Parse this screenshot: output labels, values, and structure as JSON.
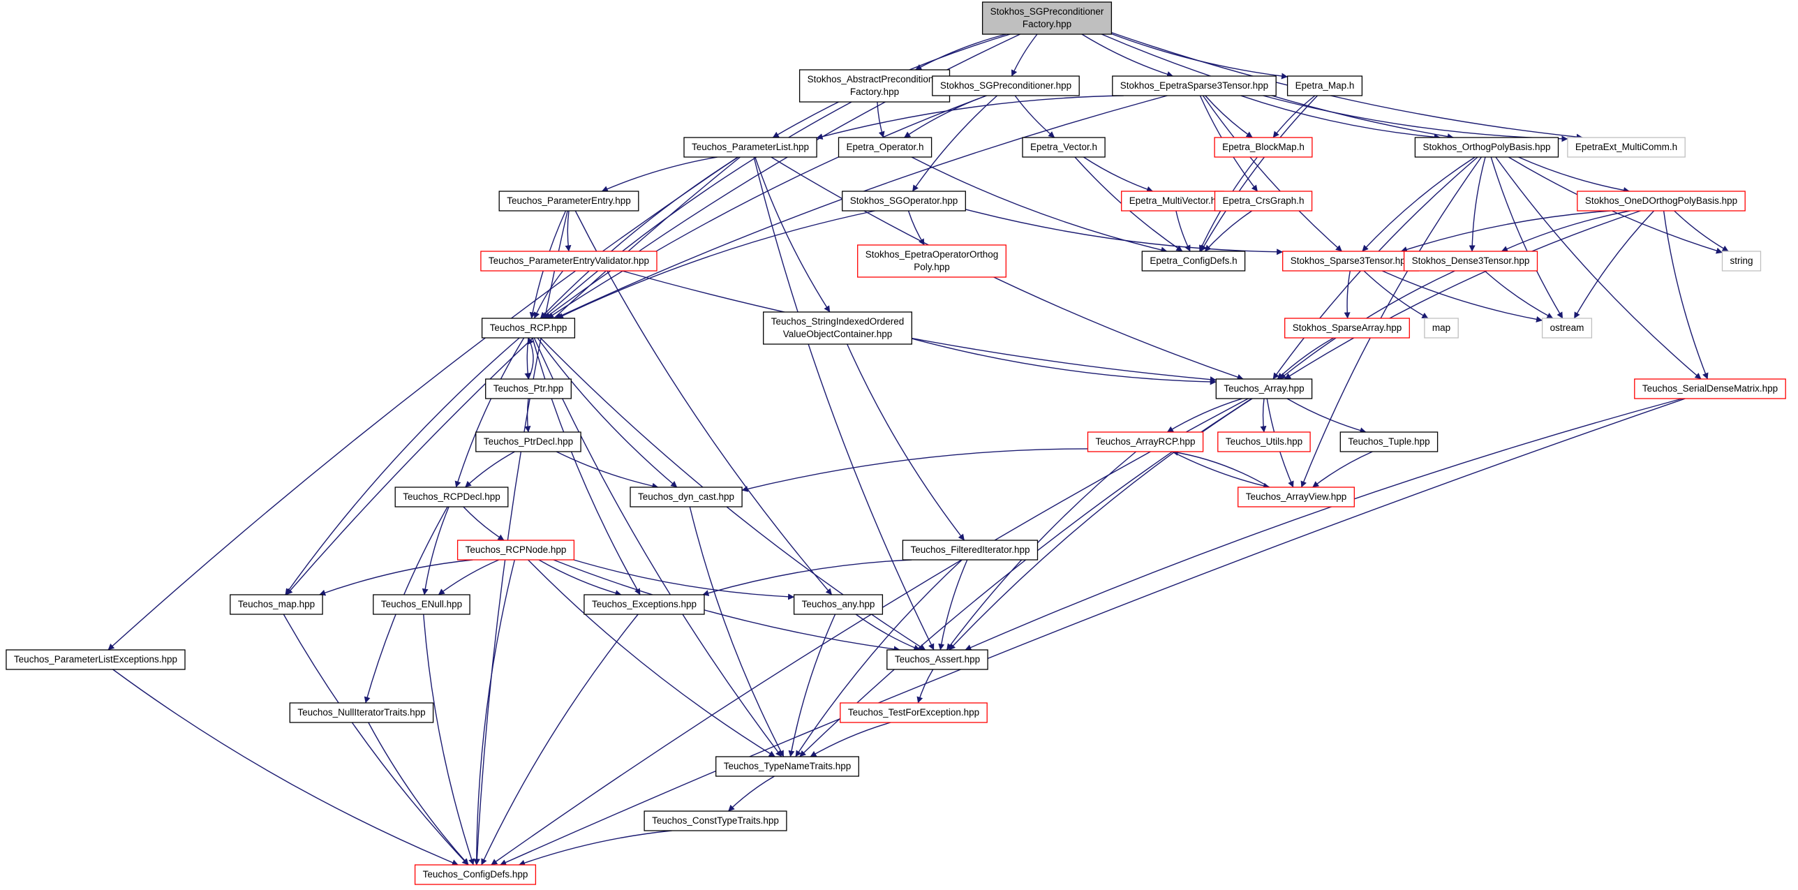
{
  "colors": {
    "edge": "#191970",
    "border_default": "#000000",
    "border_red": "#ff0000",
    "border_gray": "#bfbfbf",
    "root_fill": "#bfbfbf",
    "fill": "#ffffff"
  },
  "nodes": [
    {
      "id": "root",
      "lines": [
        "Stokhos_SGPreconditioner",
        "Factory.hpp"
      ],
      "style": "root"
    },
    {
      "id": "apf",
      "lines": [
        "Stokhos_AbstractPreconditioner",
        "Factory.hpp"
      ],
      "style": "black"
    },
    {
      "id": "sgp",
      "lines": [
        "Stokhos_SGPreconditioner.hpp"
      ],
      "style": "black"
    },
    {
      "id": "es3t",
      "lines": [
        "Stokhos_EpetraSparse3Tensor.hpp"
      ],
      "style": "black"
    },
    {
      "id": "emap",
      "lines": [
        "Epetra_Map.h"
      ],
      "style": "black"
    },
    {
      "id": "plist",
      "lines": [
        "Teuchos_ParameterList.hpp"
      ],
      "style": "black"
    },
    {
      "id": "eop",
      "lines": [
        "Epetra_Operator.h"
      ],
      "style": "black"
    },
    {
      "id": "evec",
      "lines": [
        "Epetra_Vector.h"
      ],
      "style": "black"
    },
    {
      "id": "ebm",
      "lines": [
        "Epetra_BlockMap.h"
      ],
      "style": "red"
    },
    {
      "id": "opb",
      "lines": [
        "Stokhos_OrthogPolyBasis.hpp"
      ],
      "style": "black"
    },
    {
      "id": "emc",
      "lines": [
        "EpetraExt_MultiComm.h"
      ],
      "style": "gray"
    },
    {
      "id": "pentry",
      "lines": [
        "Teuchos_ParameterEntry.hpp"
      ],
      "style": "black"
    },
    {
      "id": "sgop",
      "lines": [
        "Stokhos_SGOperator.hpp"
      ],
      "style": "black"
    },
    {
      "id": "emv",
      "lines": [
        "Epetra_MultiVector.h"
      ],
      "style": "red"
    },
    {
      "id": "ecg",
      "lines": [
        "Epetra_CrsGraph.h"
      ],
      "style": "red"
    },
    {
      "id": "odopb",
      "lines": [
        "Stokhos_OneDOrthogPolyBasis.hpp"
      ],
      "style": "red"
    },
    {
      "id": "pev",
      "lines": [
        "Teuchos_ParameterEntryValidator.hpp"
      ],
      "style": "red"
    },
    {
      "id": "eoop",
      "lines": [
        "Stokhos_EpetraOperatorOrthog",
        "Poly.hpp"
      ],
      "style": "red"
    },
    {
      "id": "ecd",
      "lines": [
        "Epetra_ConfigDefs.h"
      ],
      "style": "black"
    },
    {
      "id": "s3t",
      "lines": [
        "Stokhos_Sparse3Tensor.hpp"
      ],
      "style": "red"
    },
    {
      "id": "d3t",
      "lines": [
        "Stokhos_Dense3Tensor.hpp"
      ],
      "style": "red"
    },
    {
      "id": "str",
      "lines": [
        "string"
      ],
      "style": "gray"
    },
    {
      "id": "rcp",
      "lines": [
        "Teuchos_RCP.hpp"
      ],
      "style": "black"
    },
    {
      "id": "sio",
      "lines": [
        "Teuchos_StringIndexedOrdered",
        "ValueObjectContainer.hpp"
      ],
      "style": "black"
    },
    {
      "id": "spa",
      "lines": [
        "Stokhos_SparseArray.hpp"
      ],
      "style": "red"
    },
    {
      "id": "map",
      "lines": [
        "map"
      ],
      "style": "gray"
    },
    {
      "id": "ostream",
      "lines": [
        "ostream"
      ],
      "style": "gray"
    },
    {
      "id": "ptr",
      "lines": [
        "Teuchos_Ptr.hpp"
      ],
      "style": "black"
    },
    {
      "id": "arr",
      "lines": [
        "Teuchos_Array.hpp"
      ],
      "style": "black"
    },
    {
      "id": "sdm",
      "lines": [
        "Teuchos_SerialDenseMatrix.hpp"
      ],
      "style": "red"
    },
    {
      "id": "ptrd",
      "lines": [
        "Teuchos_PtrDecl.hpp"
      ],
      "style": "black"
    },
    {
      "id": "arcp",
      "lines": [
        "Teuchos_ArrayRCP.hpp"
      ],
      "style": "red"
    },
    {
      "id": "utils",
      "lines": [
        "Teuchos_Utils.hpp"
      ],
      "style": "red"
    },
    {
      "id": "tuple",
      "lines": [
        "Teuchos_Tuple.hpp"
      ],
      "style": "black"
    },
    {
      "id": "rcpd",
      "lines": [
        "Teuchos_RCPDecl.hpp"
      ],
      "style": "black"
    },
    {
      "id": "dync",
      "lines": [
        "Teuchos_dyn_cast.hpp"
      ],
      "style": "black"
    },
    {
      "id": "av",
      "lines": [
        "Teuchos_ArrayView.hpp"
      ],
      "style": "red"
    },
    {
      "id": "rcpn",
      "lines": [
        "Teuchos_RCPNode.hpp"
      ],
      "style": "red"
    },
    {
      "id": "fi",
      "lines": [
        "Teuchos_FilteredIterator.hpp"
      ],
      "style": "black"
    },
    {
      "id": "tmap",
      "lines": [
        "Teuchos_map.hpp"
      ],
      "style": "black"
    },
    {
      "id": "enull",
      "lines": [
        "Teuchos_ENull.hpp"
      ],
      "style": "black"
    },
    {
      "id": "exc",
      "lines": [
        "Teuchos_Exceptions.hpp"
      ],
      "style": "black"
    },
    {
      "id": "any",
      "lines": [
        "Teuchos_any.hpp"
      ],
      "style": "black"
    },
    {
      "id": "ple",
      "lines": [
        "Teuchos_ParameterListExceptions.hpp"
      ],
      "style": "black"
    },
    {
      "id": "asrt",
      "lines": [
        "Teuchos_Assert.hpp"
      ],
      "style": "black"
    },
    {
      "id": "nit",
      "lines": [
        "Teuchos_NullIteratorTraits.hpp"
      ],
      "style": "black"
    },
    {
      "id": "tfe",
      "lines": [
        "Teuchos_TestForException.hpp"
      ],
      "style": "red"
    },
    {
      "id": "tnt",
      "lines": [
        "Teuchos_TypeNameTraits.hpp"
      ],
      "style": "black"
    },
    {
      "id": "ctt",
      "lines": [
        "Teuchos_ConstTypeTraits.hpp"
      ],
      "style": "black"
    },
    {
      "id": "tcd",
      "lines": [
        "Teuchos_ConfigDefs.hpp"
      ],
      "style": "red"
    }
  ],
  "edges": [
    [
      "root",
      "apf"
    ],
    [
      "root",
      "sgp"
    ],
    [
      "root",
      "es3t"
    ],
    [
      "root",
      "emap"
    ],
    [
      "root",
      "plist"
    ],
    [
      "root",
      "rcp"
    ],
    [
      "root",
      "opb"
    ],
    [
      "root",
      "emc"
    ],
    [
      "apf",
      "rcp"
    ],
    [
      "apf",
      "eop"
    ],
    [
      "sgp",
      "rcp"
    ],
    [
      "sgp",
      "eop"
    ],
    [
      "sgp",
      "evec"
    ],
    [
      "sgp",
      "sgop"
    ],
    [
      "es3t",
      "plist"
    ],
    [
      "es3t",
      "ebm"
    ],
    [
      "es3t",
      "ecg"
    ],
    [
      "es3t",
      "opb"
    ],
    [
      "es3t",
      "s3t"
    ],
    [
      "es3t",
      "rcp"
    ],
    [
      "es3t",
      "emc"
    ],
    [
      "emap",
      "ebm"
    ],
    [
      "emap",
      "ecd"
    ],
    [
      "plist",
      "pentry"
    ],
    [
      "plist",
      "rcp"
    ],
    [
      "plist",
      "tmap"
    ],
    [
      "plist",
      "ple"
    ],
    [
      "plist",
      "sio"
    ],
    [
      "plist",
      "arr"
    ],
    [
      "plist",
      "asrt"
    ],
    [
      "eop",
      "ecd"
    ],
    [
      "evec",
      "emv"
    ],
    [
      "evec",
      "ecd"
    ],
    [
      "ebm",
      "ecd"
    ],
    [
      "ecg",
      "ecd"
    ],
    [
      "emv",
      "ecd"
    ],
    [
      "sgop",
      "eoop"
    ],
    [
      "sgop",
      "rcp"
    ],
    [
      "sgop",
      "s3t"
    ],
    [
      "opb",
      "s3t"
    ],
    [
      "opb",
      "d3t"
    ],
    [
      "opb",
      "odopb"
    ],
    [
      "opb",
      "arr"
    ],
    [
      "opb",
      "sdm"
    ],
    [
      "opb",
      "str"
    ],
    [
      "opb",
      "ostream"
    ],
    [
      "opb",
      "av"
    ],
    [
      "odopb",
      "s3t"
    ],
    [
      "odopb",
      "d3t"
    ],
    [
      "odopb",
      "arr"
    ],
    [
      "odopb",
      "str"
    ],
    [
      "odopb",
      "sdm"
    ],
    [
      "odopb",
      "ostream"
    ],
    [
      "pentry",
      "pev"
    ],
    [
      "pentry",
      "rcp"
    ],
    [
      "pentry",
      "any"
    ],
    [
      "pentry",
      "tcd"
    ],
    [
      "pev",
      "rcp"
    ],
    [
      "pev",
      "arr"
    ],
    [
      "s3t",
      "spa"
    ],
    [
      "s3t",
      "map"
    ],
    [
      "s3t",
      "ostream"
    ],
    [
      "spa",
      "arr"
    ],
    [
      "d3t",
      "arr"
    ],
    [
      "d3t",
      "ostream"
    ],
    [
      "sio",
      "arr"
    ],
    [
      "sio",
      "fi"
    ],
    [
      "rcp",
      "ptr"
    ],
    [
      "rcp",
      "rcpd"
    ],
    [
      "rcp",
      "dync"
    ],
    [
      "rcp",
      "exc"
    ],
    [
      "rcp",
      "tmap"
    ],
    [
      "rcp",
      "tnt"
    ],
    [
      "rcp",
      "asrt"
    ],
    [
      "ptr",
      "rcp"
    ],
    [
      "ptr",
      "ptrd"
    ],
    [
      "ptrd",
      "rcpd"
    ],
    [
      "ptrd",
      "dync"
    ],
    [
      "rcpd",
      "rcpn"
    ],
    [
      "rcpd",
      "enull"
    ],
    [
      "rcpd",
      "nit"
    ],
    [
      "rcpn",
      "tmap"
    ],
    [
      "rcpn",
      "enull"
    ],
    [
      "rcpn",
      "exc"
    ],
    [
      "rcpn",
      "any"
    ],
    [
      "rcpn",
      "asrt"
    ],
    [
      "rcpn",
      "tnt"
    ],
    [
      "rcpn",
      "tcd"
    ],
    [
      "arr",
      "arcp"
    ],
    [
      "arr",
      "utils"
    ],
    [
      "arr",
      "tuple"
    ],
    [
      "arr",
      "av"
    ],
    [
      "arr",
      "asrt"
    ],
    [
      "arr",
      "tnt"
    ],
    [
      "arr",
      "tcd"
    ],
    [
      "arcp",
      "av"
    ],
    [
      "arcp",
      "dync"
    ],
    [
      "arcp",
      "asrt"
    ],
    [
      "av",
      "arcp"
    ],
    [
      "tuple",
      "av"
    ],
    [
      "sdm",
      "asrt"
    ],
    [
      "sdm",
      "tcd"
    ],
    [
      "fi",
      "exc"
    ],
    [
      "fi",
      "asrt"
    ],
    [
      "fi",
      "tnt"
    ],
    [
      "dync",
      "tnt"
    ],
    [
      "any",
      "asrt"
    ],
    [
      "any",
      "tnt"
    ],
    [
      "exc",
      "tcd"
    ],
    [
      "tmap",
      "tcd"
    ],
    [
      "enull",
      "tcd"
    ],
    [
      "asrt",
      "tfe"
    ],
    [
      "tfe",
      "tnt"
    ],
    [
      "tnt",
      "ctt"
    ],
    [
      "ctt",
      "tcd"
    ],
    [
      "nit",
      "tcd"
    ],
    [
      "ple",
      "tcd"
    ]
  ]
}
